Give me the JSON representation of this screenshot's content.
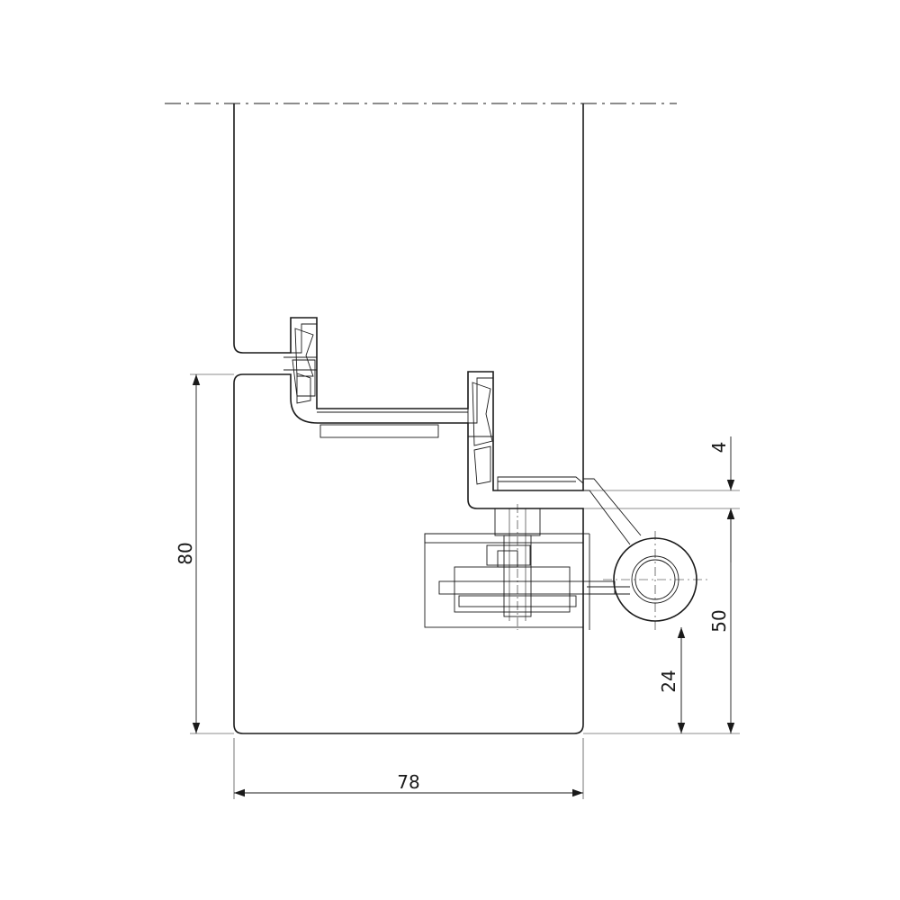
{
  "dimensions": {
    "door_width": "78",
    "door_height": "80",
    "gap": "4",
    "hinge_offset": "50",
    "pin_offset": "24"
  },
  "colors": {
    "line": "#1a1a1a",
    "background": "#ffffff"
  }
}
